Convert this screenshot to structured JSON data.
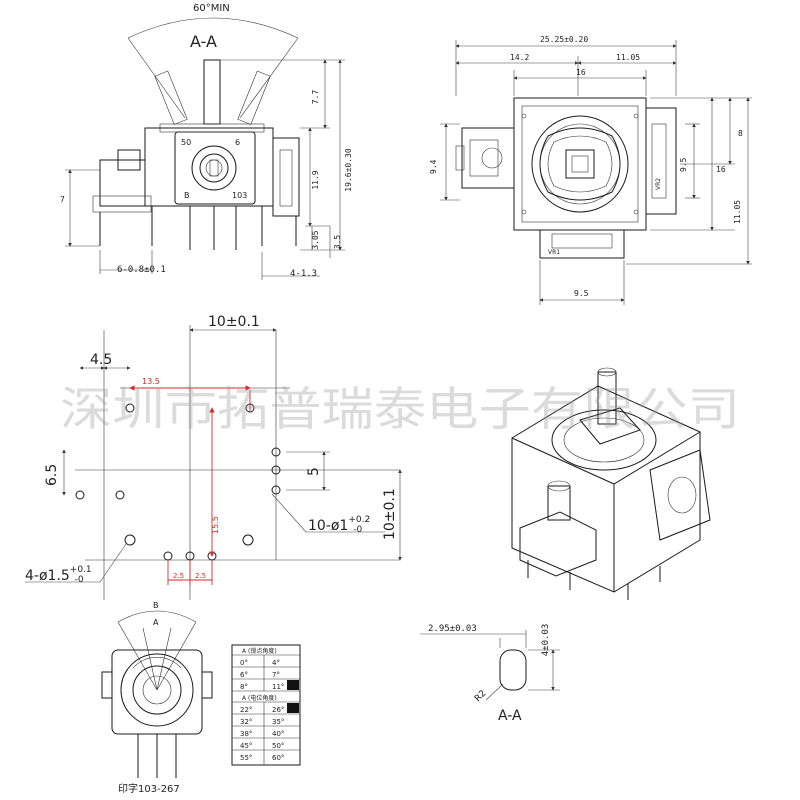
{
  "watermark": "深圳市拓普瑞泰电子有限公司",
  "side_view": {
    "angle_label": "60°MIN",
    "section_label": "A-A",
    "pot_marks": [
      "50",
      "6",
      "B",
      "103"
    ],
    "dims": {
      "height_total": "19.6±0.30",
      "top": "7.7",
      "mid": "11.9",
      "left_h": "7",
      "pin_a": "3.05",
      "pin_b": "3.5",
      "pitch": "6-0.8±0.1",
      "pin_w": "4-1.3"
    }
  },
  "top_view": {
    "dims": {
      "width_total": "25.25±0.20",
      "left_w": "14.2",
      "right_w": "11.05",
      "body_w": "16",
      "right_h1": "8",
      "right_h2": "16",
      "right_h3": "11.05",
      "inner_h": "9.5",
      "left_h": "9.4",
      "bottom_w": "9.5"
    },
    "labels": [
      "VR1",
      "VR2"
    ]
  },
  "pcb_layout": {
    "dims": {
      "top_w": "10±0.1",
      "left_w": "4.5",
      "left_h": "6.5",
      "mid_h": "5",
      "right_h": "10±0.1",
      "hole_small_prefix": "10-ø1",
      "hole_small_tol_top": "+0.2",
      "hole_small_tol_bot": "-0",
      "hole_large_prefix": "4-ø1.5",
      "hole_large_tol_top": "+0.1",
      "hole_large_tol_bot": "-0"
    },
    "red_dims": {
      "top": "13.5",
      "vert": "15.5",
      "pitch_a": "2.5",
      "pitch_b": "2.5"
    }
  },
  "pot_detail": {
    "label_a": "A",
    "label_b": "B",
    "print_label": "印字103-267"
  },
  "angle_table": {
    "header_a": "A (锁点角度)",
    "rows_a": [
      [
        "0°",
        "4°"
      ],
      [
        "6°",
        "7°"
      ],
      [
        "8°",
        "11°"
      ]
    ],
    "header_b": "A (电位角度)",
    "rows_b": [
      [
        "22°",
        "26°"
      ],
      [
        "32°",
        "35°"
      ],
      [
        "38°",
        "40°"
      ],
      [
        "45°",
        "50°"
      ],
      [
        "55°",
        "60°"
      ]
    ]
  },
  "knob_detail": {
    "width_dim": "2.95±0.03",
    "height_dim": "4±0.03",
    "radius": "R2",
    "section_label": "A-A"
  }
}
